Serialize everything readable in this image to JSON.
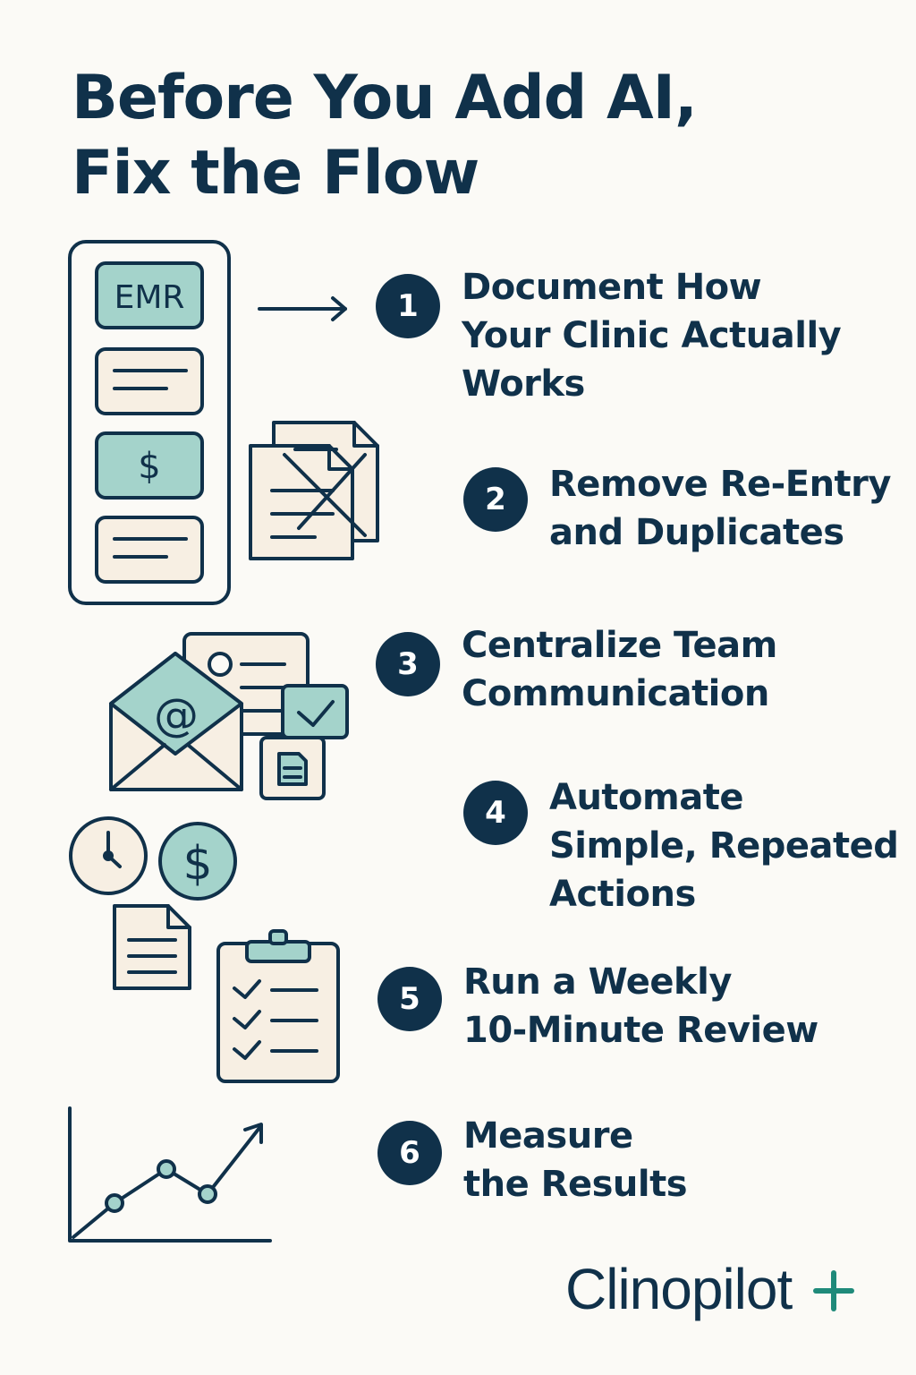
{
  "title": {
    "line1": "Before You Add AI,",
    "line2": "Fix the Flow"
  },
  "steps": [
    {
      "number": "1",
      "lines": [
        "Document How",
        "Your Clinic Actually",
        "Works"
      ]
    },
    {
      "number": "2",
      "lines": [
        "Remove Re-Entry",
        "and Duplicates"
      ]
    },
    {
      "number": "3",
      "lines": [
        "Centralize Team",
        "Communication"
      ]
    },
    {
      "number": "4",
      "lines": [
        "Automate",
        "Simple, Repeated",
        "Actions"
      ]
    },
    {
      "number": "5",
      "lines": [
        "Run a Weekly",
        "10-Minute Review"
      ]
    },
    {
      "number": "6",
      "lines": [
        "Measure",
        "the Results"
      ]
    }
  ],
  "illustration": {
    "emr_label": "EMR",
    "dollar_symbol": "$",
    "at_symbol": "@"
  },
  "brand": {
    "name": "Clinopilot",
    "accent_color": "#1f8a7a"
  },
  "colors": {
    "navy": "#10314a",
    "teal": "#a4d3cb",
    "cream": "#f7efe3",
    "background": "#fbfaf6"
  },
  "icons": [
    "arrow-right-icon",
    "document-cross-icon",
    "envelope-icon",
    "check-icon",
    "file-icon",
    "clock-icon",
    "dollar-coin-icon",
    "clipboard-checklist-icon",
    "line-chart-icon",
    "plus-icon"
  ]
}
